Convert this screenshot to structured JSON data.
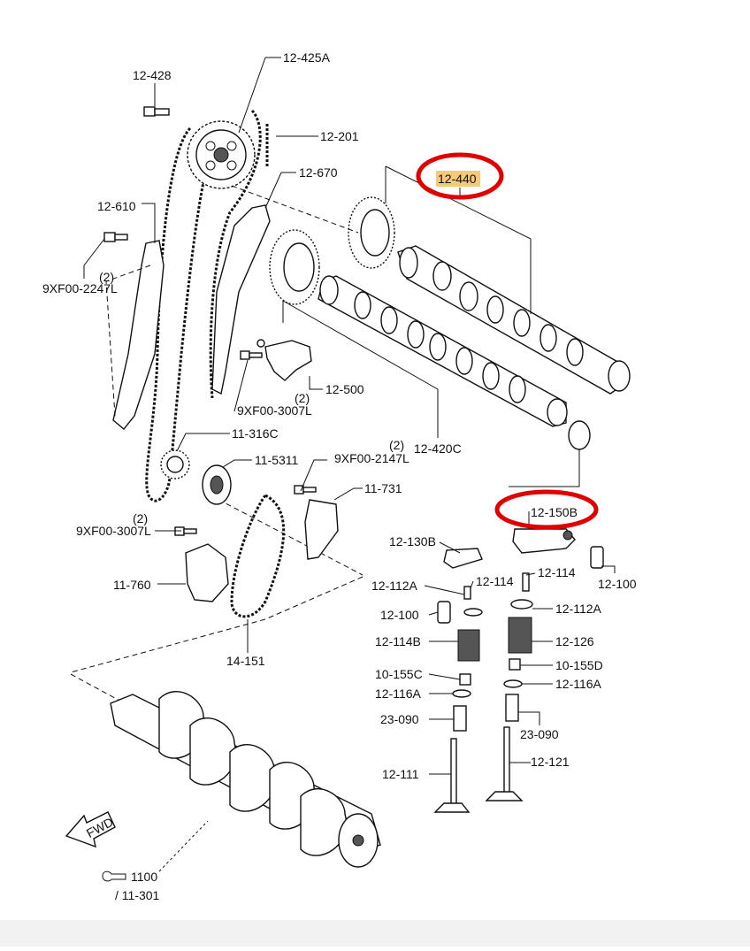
{
  "labels": {
    "p12_428": "12-428",
    "p12_425A": "12-425A",
    "p12_201": "12-201",
    "p12_670": "12-670",
    "p12_440": "12-440",
    "p12_610": "12-610",
    "p9xf00_2247L": "9XF00-2247L",
    "qty_2247": "(2)",
    "p12_500": "12-500",
    "p9xf00_3007L_a": "9XF00-3007L",
    "qty_3007_a": "(2)",
    "p11_316C": "11-316C",
    "p11_5311": "11-5311",
    "p9xf00_2147L": "9XF00-2147L",
    "qty_2147": "(2)",
    "p12_420C": "12-420C",
    "p11_731": "11-731",
    "p9xf00_3007L_b": "9XF00-3007L",
    "qty_3007_b": "(2)",
    "p12_150B": "12-150B",
    "p12_130B": "12-130B",
    "p11_760": "11-760",
    "p12_114_a": "12-114",
    "p12_114_b": "12-114",
    "p12_100_r": "12-100",
    "p12_112A_l": "12-112A",
    "p12_112A_r": "12-112A",
    "p12_100_l": "12-100",
    "p12_114B": "12-114B",
    "p12_126": "12-126",
    "p14_151": "14-151",
    "p10_155C": "10-155C",
    "p10_155D": "10-155D",
    "p12_116A_l": "12-116A",
    "p12_116A_r": "12-116A",
    "p23_090_l": "23-090",
    "p23_090_r": "23-090",
    "p12_111": "12-111",
    "p12_121": "12-121",
    "fwd": "FWD",
    "ref_num": "1100",
    "ref_sub": "/ 11-301"
  },
  "highlights": [
    {
      "part": "12-440",
      "color": "#e00000"
    },
    {
      "part": "12-150B",
      "color": "#e00000"
    }
  ],
  "colors": {
    "highlight_mark": "#e00000",
    "label_highlight_bg": "#f6c87a"
  }
}
